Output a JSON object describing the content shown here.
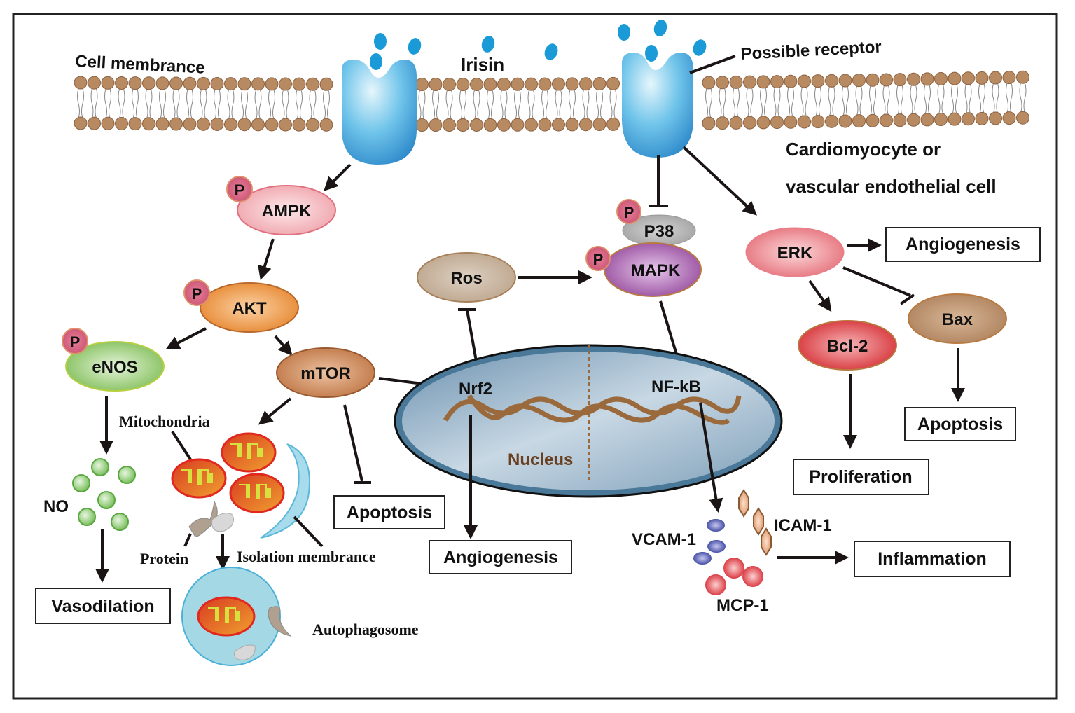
{
  "labels": {
    "cell_membrane": "Cell membrance",
    "irisin": "Irisin",
    "possible_receptor": "Possible receptor",
    "cell_type_line1": "Cardiomyocyte or",
    "cell_type_line2": "vascular endothelial cell",
    "mitochondria": "Mitochondria",
    "protein": "Protein",
    "isolation_membrane": "Isolation membrance",
    "autophagosome": "Autophagosome",
    "nucleus": "Nucleus",
    "no": "NO",
    "vcam": "VCAM-1",
    "icam": "ICAM-1",
    "mcp": "MCP-1",
    "phospho": "P"
  },
  "nodes": {
    "ampk": "AMPK",
    "akt": "AKT",
    "enos": "eNOS",
    "mtor": "mTOR",
    "ros": "Ros",
    "p38": "P38",
    "mapk": "MAPK",
    "nrf2": "Nrf2",
    "nfkb": "NF-kB",
    "erk": "ERK",
    "bcl2": "Bcl-2",
    "bax": "Bax"
  },
  "outcomes": {
    "vasodilation": "Vasodilation",
    "apoptosis_mtor": "Apoptosis",
    "angiogenesis_nrf2": "Angiogenesis",
    "angiogenesis_erk": "Angiogenesis",
    "proliferation": "Proliferation",
    "apoptosis_bax": "Apoptosis",
    "inflammation": "Inflammation"
  },
  "colors": {
    "irisin": "#1a9ad6",
    "lipid_head": "#b88a62",
    "receptor": "#5ab8e4",
    "ampk": "#f2a9b0",
    "akt": "#e8892c",
    "enos": "#8cc860",
    "mtor": "#c47a44",
    "ros": "#c2ab93",
    "p38": "#a8a8a8",
    "mapk": "#9a4fa0",
    "erk": "#e8707a",
    "bcl2": "#d83036",
    "bax": "#b08462",
    "phospho": "#d0607a",
    "nucleus": "#8fb0c8",
    "dna": "#9a6a3c"
  }
}
